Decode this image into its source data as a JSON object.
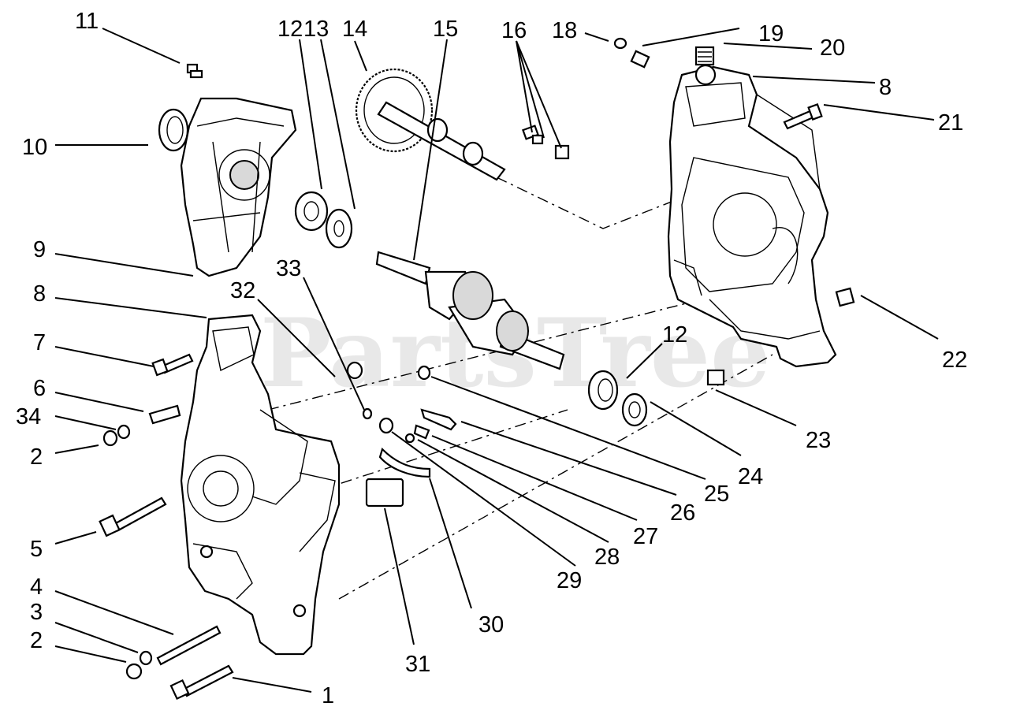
{
  "watermark": "PartsTree",
  "callouts": [
    "11",
    "12",
    "13",
    "14",
    "15",
    "16",
    "18",
    "19",
    "20",
    "8",
    "21",
    "10",
    "9",
    "33",
    "32",
    "8",
    "7",
    "6",
    "34",
    "2",
    "12",
    "22",
    "23",
    "24",
    "25",
    "26",
    "27",
    "28",
    "29",
    "30",
    "31",
    "5",
    "4",
    "3",
    "2",
    "1"
  ]
}
